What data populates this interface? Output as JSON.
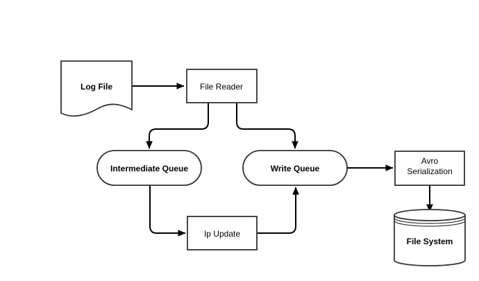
{
  "diagram": {
    "type": "flowchart",
    "nodes": {
      "log_file": {
        "label": "Log File",
        "shape": "document"
      },
      "file_reader": {
        "label": "File Reader",
        "shape": "process"
      },
      "intermediate_queue": {
        "label": "Intermediate Queue",
        "shape": "queue"
      },
      "write_queue": {
        "label": "Write Queue",
        "shape": "queue"
      },
      "ip_update": {
        "label": "Ip Update",
        "shape": "process"
      },
      "avro_serialization": {
        "label": "Avro Serialization",
        "line1": "Avro",
        "line2": "Serialization",
        "shape": "process"
      },
      "file_system": {
        "label": "File System",
        "shape": "datastore-cylinder"
      }
    },
    "edges": [
      {
        "from": "log_file",
        "to": "file_reader"
      },
      {
        "from": "file_reader",
        "to": "intermediate_queue"
      },
      {
        "from": "file_reader",
        "to": "write_queue"
      },
      {
        "from": "intermediate_queue",
        "to": "ip_update"
      },
      {
        "from": "ip_update",
        "to": "write_queue"
      },
      {
        "from": "write_queue",
        "to": "avro_serialization"
      },
      {
        "from": "avro_serialization",
        "to": "file_system"
      }
    ],
    "colors": {
      "shape_stroke": "#333333",
      "arrow": "#000000",
      "fill": "#ffffff",
      "text": "#000000",
      "background": "#ffffff"
    }
  }
}
